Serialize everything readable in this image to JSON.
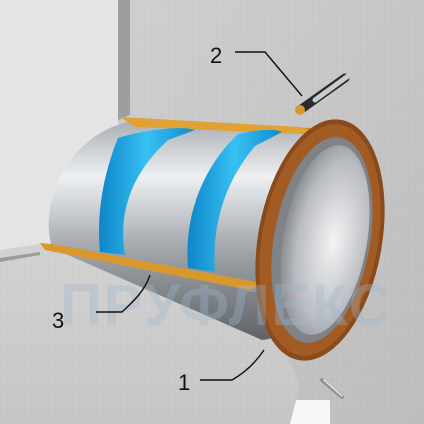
{
  "callouts": [
    {
      "id": "1",
      "text": "1"
    },
    {
      "id": "2",
      "text": "2"
    },
    {
      "id": "3",
      "text": "3"
    }
  ],
  "watermark": {
    "text": "ПРУФЛЕКС"
  },
  "colors": {
    "concrete_light": "#d6d6d6",
    "concrete_dark": "#b3b3b3",
    "pipe_light": "#e4e6e8",
    "pipe_dark": "#6f7378",
    "seal_blue": "#1aa7e6",
    "collar_orange": "#d99a2b",
    "flange_brown": "#8a4b1c",
    "leader_line": "#111111"
  }
}
